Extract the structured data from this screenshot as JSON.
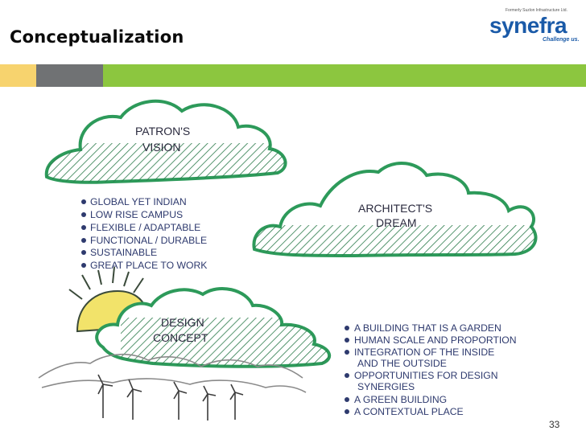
{
  "slide": {
    "title": "Conceptualization",
    "page_number": "33"
  },
  "logo": {
    "tagline": "Formerly Suzlon Infrastructure Ltd.",
    "wordmark": "synefra",
    "slogan": "Challenge us."
  },
  "colors": {
    "accent_yellow": "#f7d36e",
    "accent_gray": "#707274",
    "accent_green": "#8cc63f",
    "cloud_outline": "#2d9a5a",
    "text_navy": "#2e3a6e"
  },
  "sketch": {
    "cloud_patron_line1": "PATRON'S",
    "cloud_patron_line2": "VISION",
    "cloud_architect_line1": "ARCHITECT'S",
    "cloud_architect_line2": "DREAM",
    "cloud_design_line1": "DESIGN",
    "cloud_design_line2": "CONCEPT",
    "vision_bullets": [
      "GLOBAL YET INDIAN",
      "LOW RISE CAMPUS",
      "FLEXIBLE / ADAPTABLE",
      "FUNCTIONAL / DURABLE",
      "SUSTAINABLE",
      "GREAT PLACE TO WORK"
    ],
    "concept_bullets": [
      "A BUILDING THAT IS A GARDEN",
      "HUMAN SCALE AND PROPORTION",
      "INTEGRATION OF THE INSIDE",
      "AND THE OUTSIDE",
      "OPPORTUNITIES FOR DESIGN",
      "SYNERGIES",
      "A GREEN BUILDING",
      "A CONTEXTUAL PLACE"
    ]
  }
}
